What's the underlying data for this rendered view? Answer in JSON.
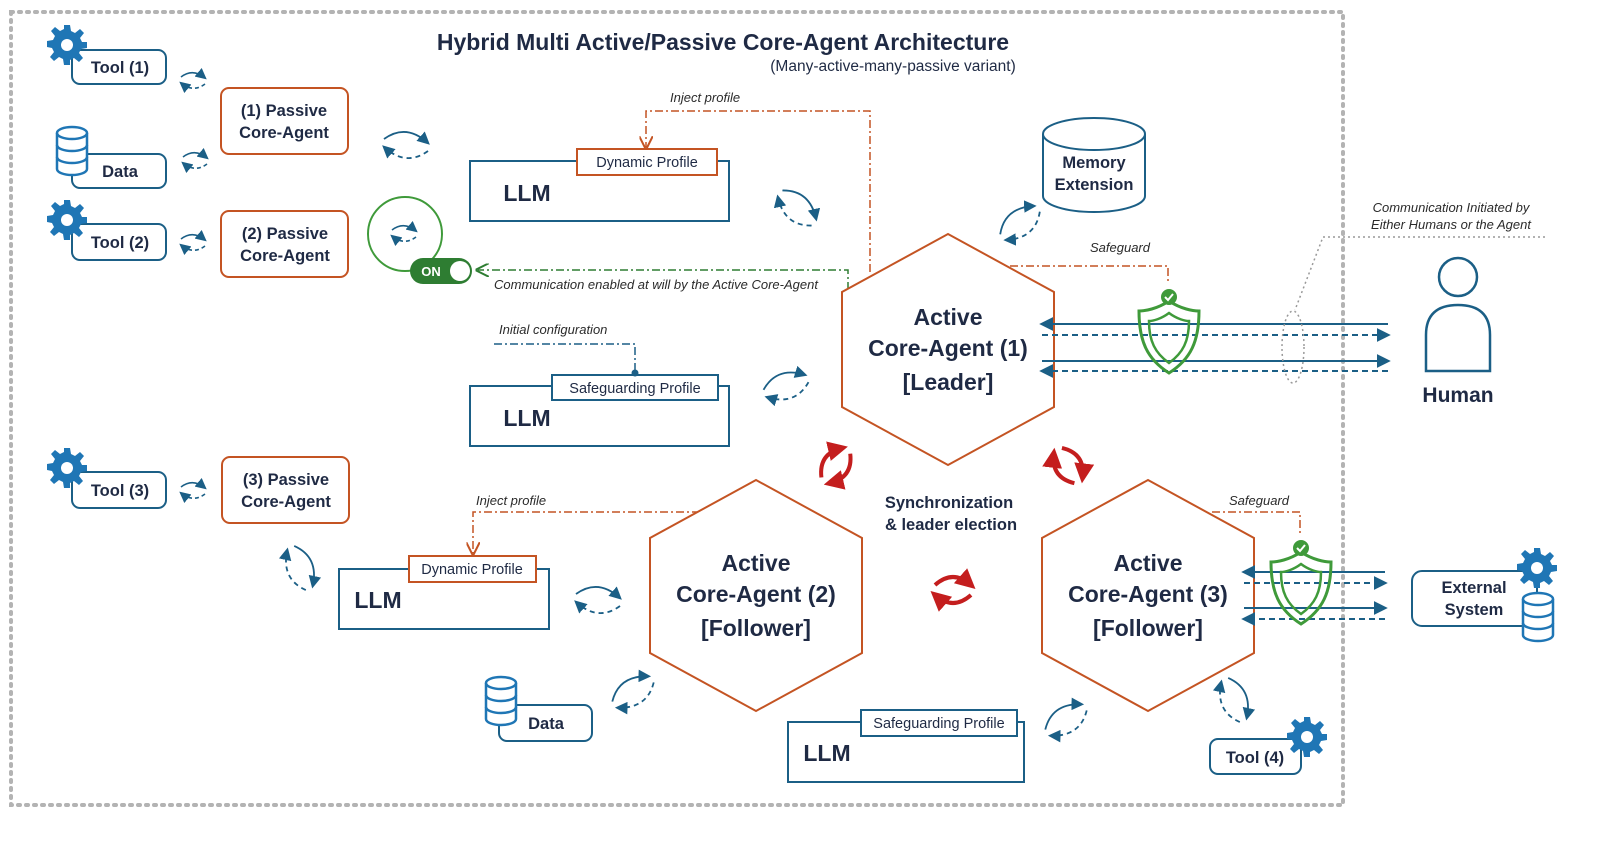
{
  "title": "Hybrid Multi Active/Passive Core-Agent Architecture",
  "subtitle": "(Many-active-many-passive variant)",
  "colors": {
    "blue": "#1b5f86",
    "orange": "#c45423",
    "green": "#3f9a3a",
    "toggle": "#2e7d32",
    "red": "#c41e1e",
    "icon_blue": "#1f76b5"
  },
  "tools": {
    "tool1": "Tool (1)",
    "tool2": "Tool (2)",
    "tool3": "Tool (3)",
    "tool4": "Tool (4)"
  },
  "data_stores": {
    "data1": "Data",
    "data2": "Data"
  },
  "passive_agents": {
    "p1": [
      "(1) Passive",
      "Core-Agent"
    ],
    "p2": [
      "(2) Passive",
      "Core-Agent"
    ],
    "p3": [
      "(3) Passive",
      "Core-Agent"
    ]
  },
  "llms": {
    "llm1": {
      "label": "LLM",
      "profile": "Dynamic Profile"
    },
    "llm2": {
      "label": "LLM",
      "profile": "Safeguarding Profile"
    },
    "llm3": {
      "label": "LLM",
      "profile": "Dynamic Profile"
    },
    "llm4": {
      "label": "LLM",
      "profile": "Safeguarding Profile"
    }
  },
  "memory": [
    "Memory",
    "Extension"
  ],
  "active_agents": {
    "a1": [
      "Active",
      "Core-Agent (1)",
      "[Leader]"
    ],
    "a2": [
      "Active",
      "Core-Agent (2)",
      "[Follower]"
    ],
    "a3": [
      "Active",
      "Core-Agent (3)",
      "[Follower]"
    ]
  },
  "notes": {
    "inject_profile_1": "Inject profile",
    "inject_profile_2": "Inject profile",
    "communication_enabled": "Communication enabled at will by the Active Core-Agent",
    "initial_configuration": "Initial configuration",
    "safeguard_1": "Safeguard",
    "safeguard_2": "Safeguard",
    "communication_initiated": [
      "Communication Initiated by",
      "Either Humans or the Agent"
    ]
  },
  "sync": [
    "Synchronization",
    "& leader election"
  ],
  "toggle_label": "ON",
  "human_label": "Human",
  "external_system": [
    "External",
    "System"
  ]
}
